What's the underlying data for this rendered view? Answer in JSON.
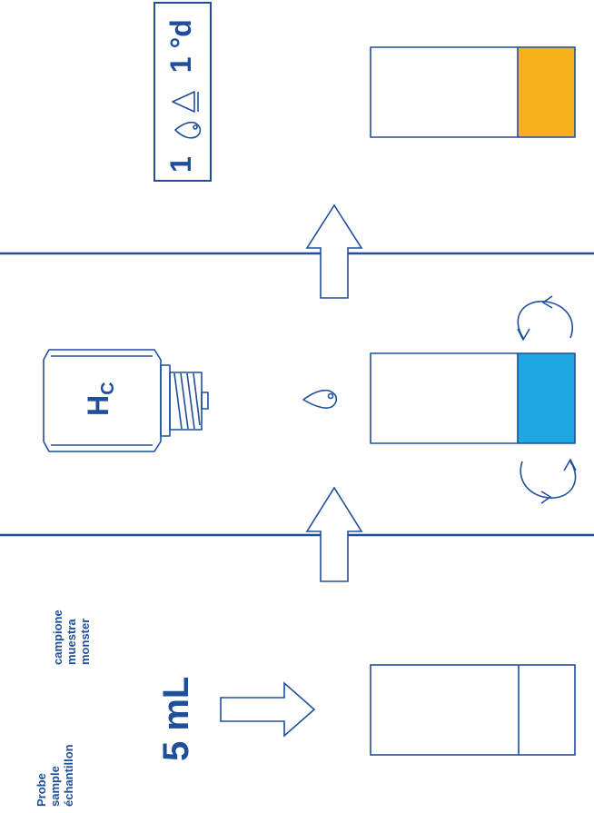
{
  "languages_left": [
    "Probe",
    "sample",
    "échantillon"
  ],
  "languages_right": [
    "campione",
    "muestra",
    "monster"
  ],
  "volume_label": "5 mL",
  "reagent_label": "H",
  "reagent_sub": "C",
  "result_box": {
    "left": "1",
    "right": "1 °d"
  },
  "colors": {
    "ink": "#1f4e9a",
    "blue_reagent": "#1ea7e1",
    "orange_result": "#f7b21b"
  },
  "icons": [
    "drop-icon",
    "arrow-icon",
    "rotate-icon",
    "reagent-bottle-icon",
    "test-tube-icon"
  ]
}
